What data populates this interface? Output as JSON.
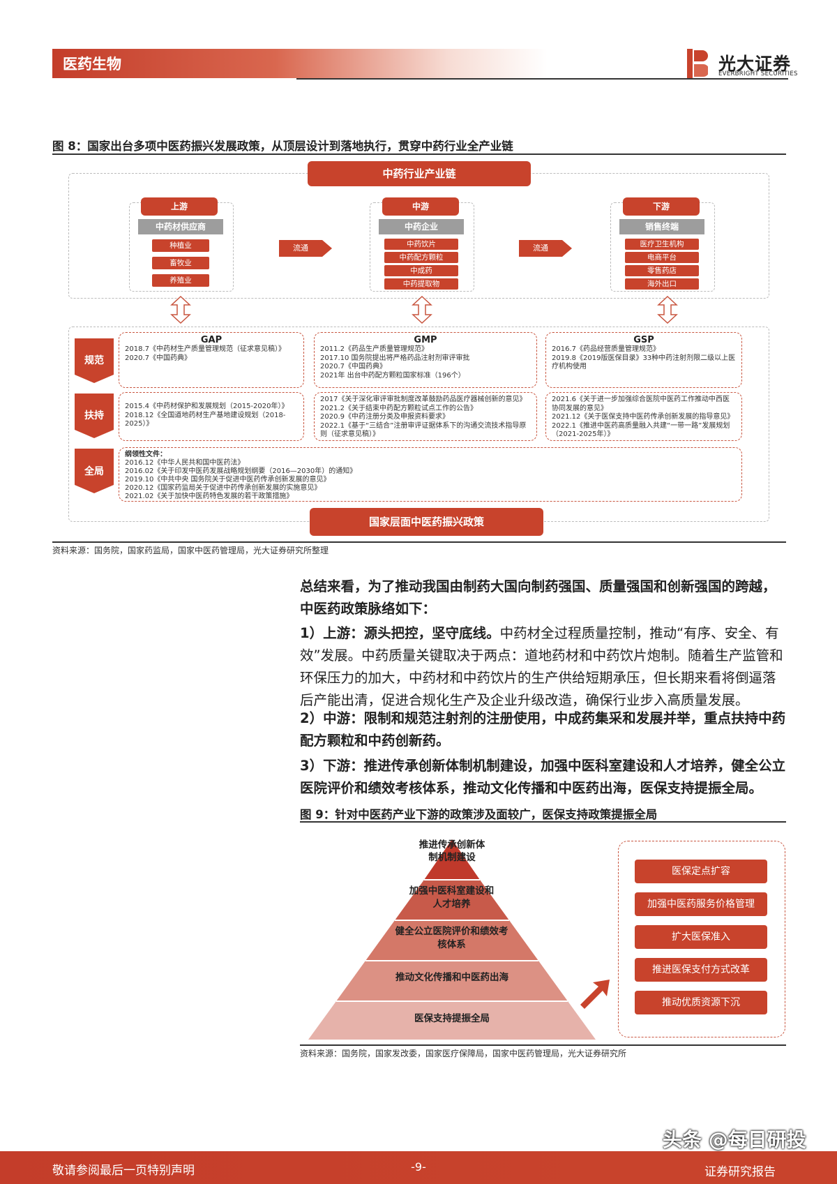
{
  "header": {
    "section": "医药生物",
    "logo_cn": "光大证券",
    "logo_en": "EVERBRIGHT SECURITIES"
  },
  "fig8": {
    "title": "图 8：国家出台多项中医药振兴发展政策，从顶层设计到落地执行，贯穿中药行业全产业链",
    "top_banner": "中药行业产业链",
    "bottom_banner": "国家层面中医药振兴政策",
    "flow_label": "流通",
    "chain": [
      {
        "stage": "上游",
        "category": "中药材供应商",
        "items": [
          "种植业",
          "畜牧业",
          "养殖业"
        ]
      },
      {
        "stage": "中游",
        "category": "中药企业",
        "items": [
          "中药饮片",
          "中药配方颗粒",
          "中成药",
          "中药提取物"
        ]
      },
      {
        "stage": "下游",
        "category": "销售终端",
        "items": [
          "医疗卫生机构",
          "电商平台",
          "零售药店",
          "海外出口"
        ]
      }
    ],
    "rows": [
      "规范",
      "扶持",
      "全局"
    ],
    "columns": [
      "GAP",
      "GMP",
      "GSP"
    ],
    "guifan": [
      [
        "2018.7《中药材生产质量管理规范（征求意见稿）》",
        "2020.7《中国药典》"
      ],
      [
        "2011.2《药品生产质量管理规范》",
        "2017.10 国务院提出将严格药品注射剂审评审批",
        "2020.7《中国药典》",
        "2021年 出台中药配方颗粒国家标准（196个）"
      ],
      [
        "2016.7《药品经营质量管理规范》",
        "2019.8《2019版医保目录》33种中药注射剂限二级以上医疗机构使用"
      ]
    ],
    "fuchi": [
      [
        "2015.4《中药材保护和发展规划（2015-2020年）》",
        "2018.12《全国道地药材生产基地建设规划（2018-2025）》"
      ],
      [
        "2017《关于深化审评审批制度改革鼓励药品医疗器械创新的意见》",
        "2021.2《关于结束中药配方颗粒试点工作的公告》",
        "2020.9《中药注册分类及申报资料要求》",
        "2022.1《基于“三结合”注册审评证据体系下的沟通交流技术指导原则（征求意见稿）》"
      ],
      [
        "2021.6《关于进一步加强综合医院中医药工作推动中西医协同发展的意见》",
        "2021.12《关于医保支持中医药传承创新发展的指导意见》",
        "2022.1《推进中医药高质量融入共建“一带一路”发展规划（2021-2025年）》"
      ]
    ],
    "quanju_heading": "纲领性文件：",
    "quanju": [
      "2016.12《中华人民共和国中医药法》",
      "2016.02《关于印发中医药发展战略规划纲要（2016—2030年）的通知》",
      "2019.10《中共中央 国务院关于促进中医药传承创新发展的意见》",
      "2020.12《国家药监局关于促进中药传承创新发展的实施意见》",
      "2021.02《关于加快中医药特色发展的若干政策措施》"
    ],
    "source": "资料来源：国务院，国家药监局，国家中医药管理局，光大证券研究所整理"
  },
  "body": {
    "summary": "总结来看，为了推动我国由制药大国向制药强国、质量强国和创新强国的跨越，中医药政策脉络如下：",
    "p1_bold": "1）上游：源头把控，坚守底线。",
    "p1_text": "中药材全过程质量控制，推动“有序、安全、有效”发展。中药质量关键取决于两点：道地药材和中药饮片炮制。随着生产监管和环保压力的加大，中药材和中药饮片的生产供给短期承压，但长期来看将倒逼落后产能出清，促进合规化生产及企业升级改造，确保行业步入高质量发展。",
    "p2": "2）中游：限制和规范注射剂的注册使用，中成药集采和发展并举，重点扶持中药配方颗粒和中药创新药。",
    "p3": "3）下游：推进传承创新体制机制建设，加强中医科室建设和人才培养，健全公立医院评价和绩效考核体系，推动文化传播和中医药出海，医保支持提振全局。"
  },
  "fig9": {
    "title": "图 9：针对中医药产业下游的政策涉及面较广，医保支持政策提振全局",
    "levels": [
      "推进传承创新体制机制建设",
      "加强中医科室建设和人才培养",
      "健全公立医院评价和绩效考核体系",
      "推动文化传播和中医药出海",
      "医保支持提振全局"
    ],
    "right": [
      "医保定点扩容",
      "加强中医药服务价格管理",
      "扩大医保准入",
      "推进医保支付方式改革",
      "推动优质资源下沉"
    ],
    "source": "资料来源：国务院，国家发改委，国家医疗保障局，国家中医药管理局，光大证券研究所"
  },
  "footer": {
    "left": "敬请参阅最后一页特别声明",
    "page": "-9-",
    "right": "证券研究报告",
    "watermark": "头条 @每日研投"
  }
}
